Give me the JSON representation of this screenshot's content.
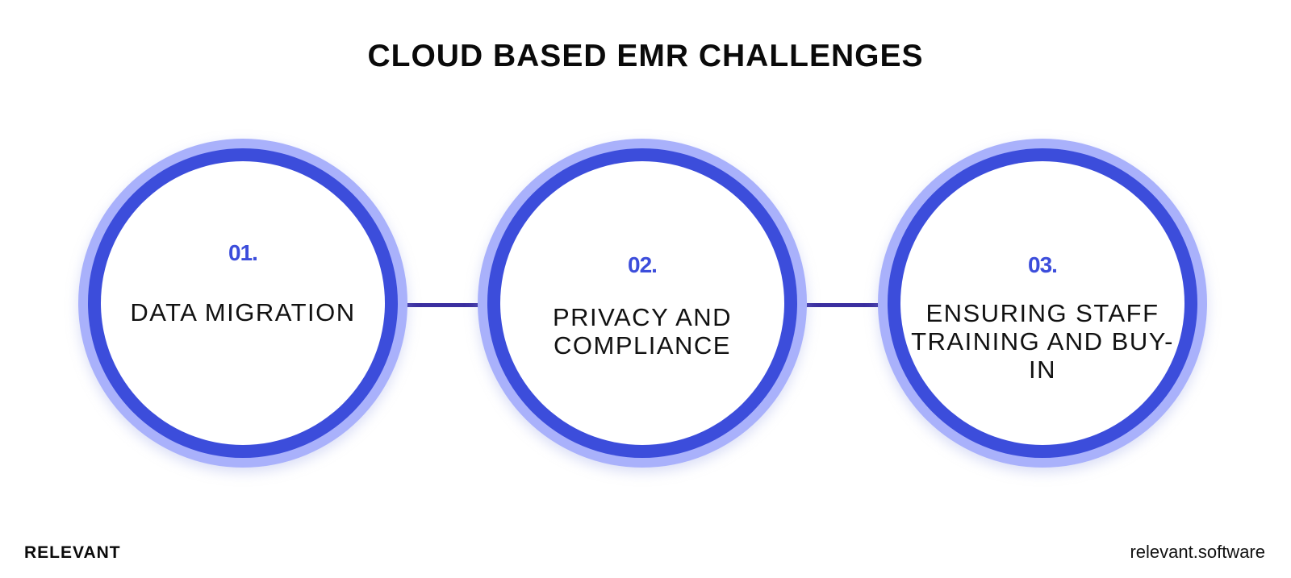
{
  "title": "CLOUD BASED EMR CHALLENGES",
  "steps": [
    {
      "number": "01.",
      "label": "DATA MIGRATION"
    },
    {
      "number": "02.",
      "label": "PRIVACY AND COMPLIANCE"
    },
    {
      "number": "03.",
      "label": "ENSURING STAFF TRAINING AND BUY-IN"
    }
  ],
  "footer": {
    "brand": "RELEVANT",
    "website": "relevant.software"
  },
  "colors": {
    "outer_halo": "#a9b1fb",
    "ring": "#3c4ddb",
    "number": "#3c4ddb",
    "connector": "#3b2fa0",
    "text": "#111111"
  }
}
